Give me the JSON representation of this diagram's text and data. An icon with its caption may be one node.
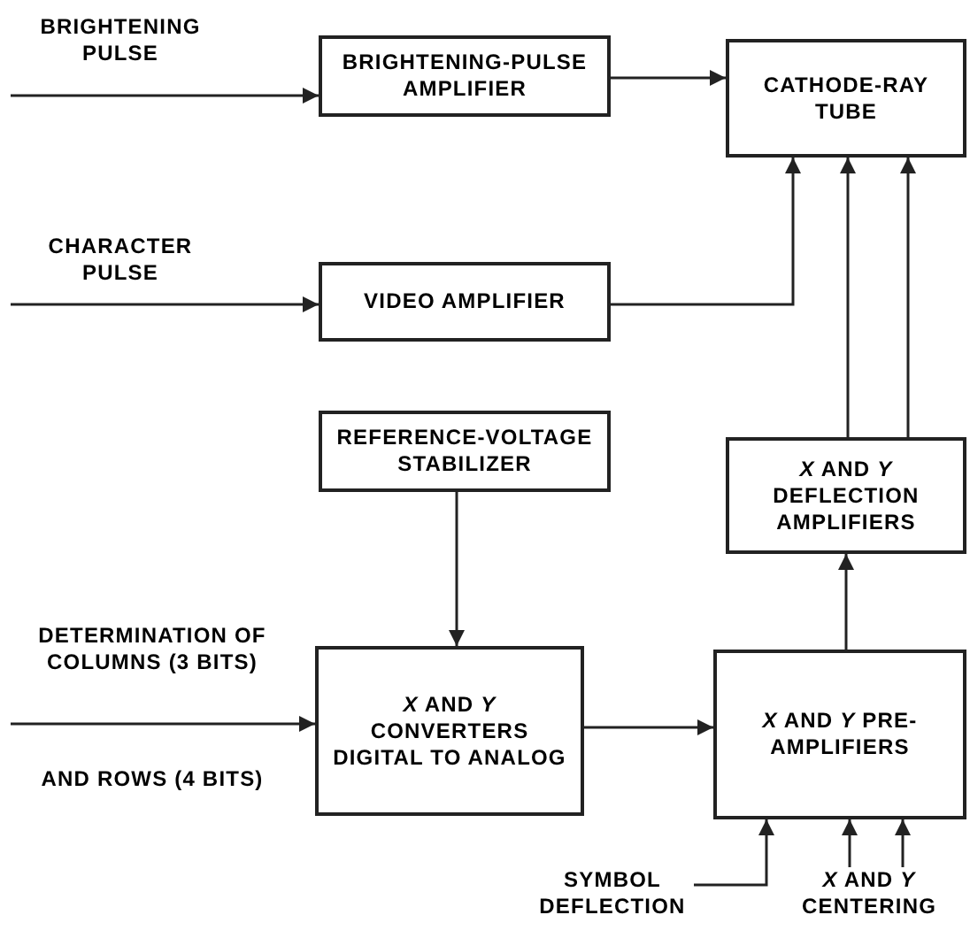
{
  "diagram": {
    "nodes": [
      {
        "text": [
          "BRIGHTENING PULSE"
        ]
      },
      {
        "text": [
          "BRIGHTENING-PULSE AMPLIFIER"
        ]
      },
      {
        "text": [
          "CATHODE-RAY TUBE"
        ]
      },
      {
        "text": [
          "CHARACTER PULSE"
        ]
      },
      {
        "text": [
          "VIDEO AMPLIFIER"
        ]
      },
      {
        "text": [
          "REFERENCE-VOLTAGE STABILIZER"
        ]
      },
      {
        "text": [
          "*X* AND *Y* DEFLECTION AMPLIFIERS"
        ]
      },
      {
        "text": [
          "DETERMINATION OF COLUMNS (3 BITS)",
          "AND ROWS (4 BITS)"
        ]
      },
      {
        "text": [
          "*X* AND *Y* CONVERTERS DIGITAL TO ANALOG"
        ]
      },
      {
        "text": [
          "*X* AND *Y* PRE-AMPLIFIERS"
        ]
      },
      {
        "text": [
          "SYMBOL DEFLECTION"
        ]
      },
      {
        "text": [
          "*X* AND *Y* CENTERING"
        ]
      }
    ],
    "edges": [
      {
        "from": 0,
        "to": 1,
        "arrow": "to"
      },
      {
        "from": 1,
        "to": 2,
        "arrow": "to"
      },
      {
        "from": 3,
        "to": 4,
        "arrow": "to"
      },
      {
        "from": 4,
        "to": 2,
        "arrow": "to"
      },
      {
        "from": 6,
        "to": 2,
        "arrow": "to"
      },
      {
        "from": 6,
        "to": 2,
        "arrow": "to"
      },
      {
        "from": 5,
        "to": 8,
        "arrow": "to"
      },
      {
        "from": 7,
        "to": 8,
        "arrow": "to"
      },
      {
        "from": 8,
        "to": 9,
        "arrow": "to"
      },
      {
        "from": 9,
        "to": 6,
        "arrow": "to"
      },
      {
        "from": 10,
        "to": 9,
        "arrow": "to"
      },
      {
        "from": 11,
        "to": 9,
        "arrow": "to"
      },
      {
        "from": 11,
        "to": 9,
        "arrow": "to"
      }
    ]
  }
}
